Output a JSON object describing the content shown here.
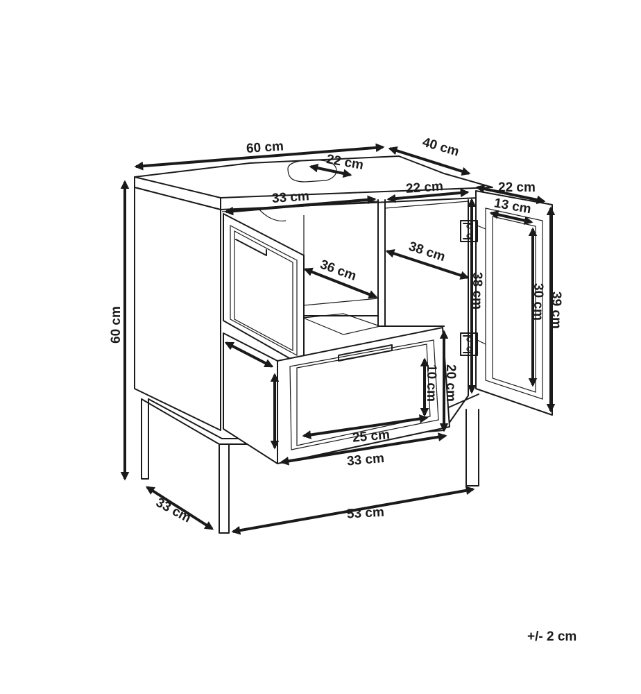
{
  "dimensions": {
    "width_top": "60 cm",
    "depth_top": "40 cm",
    "sink_cutout": "22 cm",
    "left_compartment_width": "33 cm",
    "right_compartment_width": "22 cm",
    "door_width": "22 cm",
    "door_inner_width": "13 cm",
    "inner_depth_left": "36 cm",
    "inner_depth_right": "38 cm",
    "compartment_height": "38 cm",
    "door_inner_height": "30 cm",
    "door_height": "39 cm",
    "total_height": "60 cm",
    "drawer_inner_height": "10 cm",
    "drawer_height": "20 cm",
    "drawer_inner_width": "25 cm",
    "drawer_width": "33 cm",
    "base_width": "53 cm",
    "base_depth": "33 cm"
  },
  "tolerance": "+/- 2 cm"
}
